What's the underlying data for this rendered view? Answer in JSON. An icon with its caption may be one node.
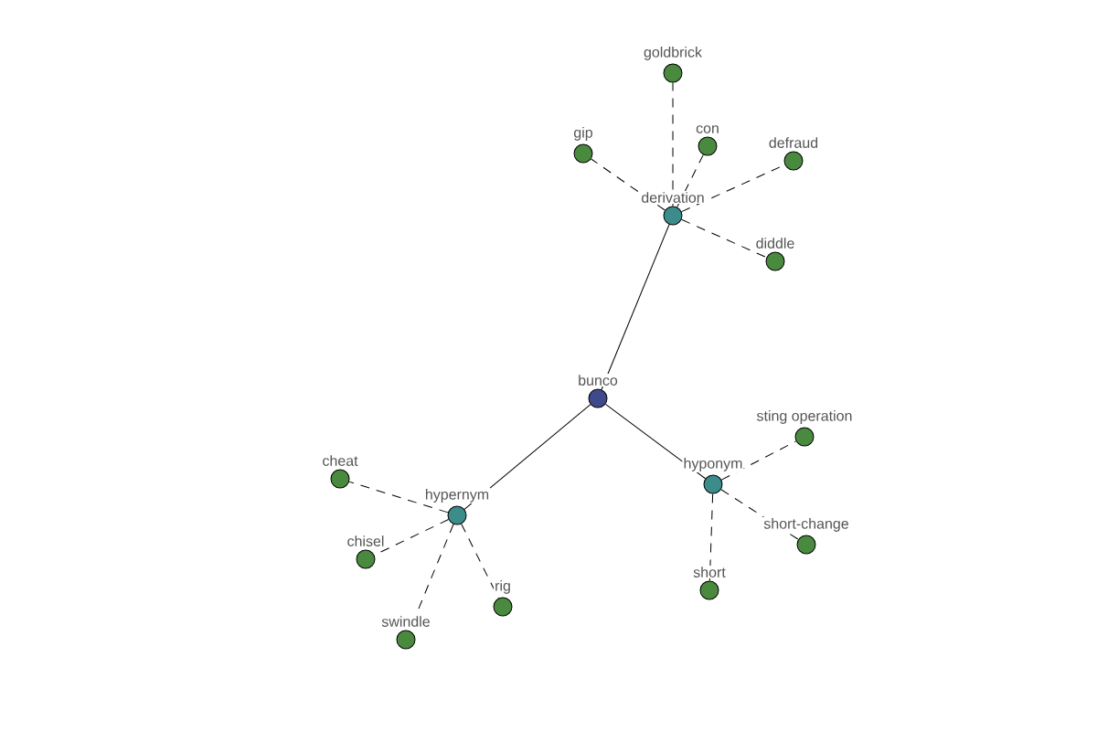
{
  "diagram": {
    "nodes": [
      {
        "text": [
          "bunco"
        ]
      },
      {
        "text": [
          "derivation"
        ]
      },
      {
        "text": [
          "hypernym"
        ]
      },
      {
        "text": [
          "hyponym"
        ]
      },
      {
        "text": [
          "goldbrick"
        ]
      },
      {
        "text": [
          "gip"
        ]
      },
      {
        "text": [
          "con"
        ]
      },
      {
        "text": [
          "defraud"
        ]
      },
      {
        "text": [
          "diddle"
        ]
      },
      {
        "text": [
          "cheat"
        ]
      },
      {
        "text": [
          "chisel"
        ]
      },
      {
        "text": [
          "swindle"
        ]
      },
      {
        "text": [
          "rig"
        ]
      },
      {
        "text": [
          "sting operation"
        ]
      },
      {
        "text": [
          "short-change"
        ]
      },
      {
        "text": [
          "short"
        ]
      }
    ],
    "edges": [
      {
        "from": 0,
        "to": 1,
        "arrow": "none"
      },
      {
        "from": 0,
        "to": 2,
        "arrow": "none"
      },
      {
        "from": 0,
        "to": 3,
        "arrow": "none"
      },
      {
        "from": 1,
        "to": 4,
        "arrow": "none",
        "style": "dashed"
      },
      {
        "from": 1,
        "to": 5,
        "arrow": "none",
        "style": "dashed"
      },
      {
        "from": 1,
        "to": 6,
        "arrow": "none",
        "style": "dashed"
      },
      {
        "from": 1,
        "to": 7,
        "arrow": "none",
        "style": "dashed"
      },
      {
        "from": 1,
        "to": 8,
        "arrow": "none",
        "style": "dashed"
      },
      {
        "from": 2,
        "to": 9,
        "arrow": "none",
        "style": "dashed"
      },
      {
        "from": 2,
        "to": 10,
        "arrow": "none",
        "style": "dashed"
      },
      {
        "from": 2,
        "to": 11,
        "arrow": "none",
        "style": "dashed"
      },
      {
        "from": 2,
        "to": 12,
        "arrow": "none",
        "style": "dashed"
      },
      {
        "from": 3,
        "to": 13,
        "arrow": "none",
        "style": "dashed"
      },
      {
        "from": 3,
        "to": 14,
        "arrow": "none",
        "style": "dashed"
      },
      {
        "from": 3,
        "to": 15,
        "arrow": "none",
        "style": "dashed"
      }
    ]
  }
}
